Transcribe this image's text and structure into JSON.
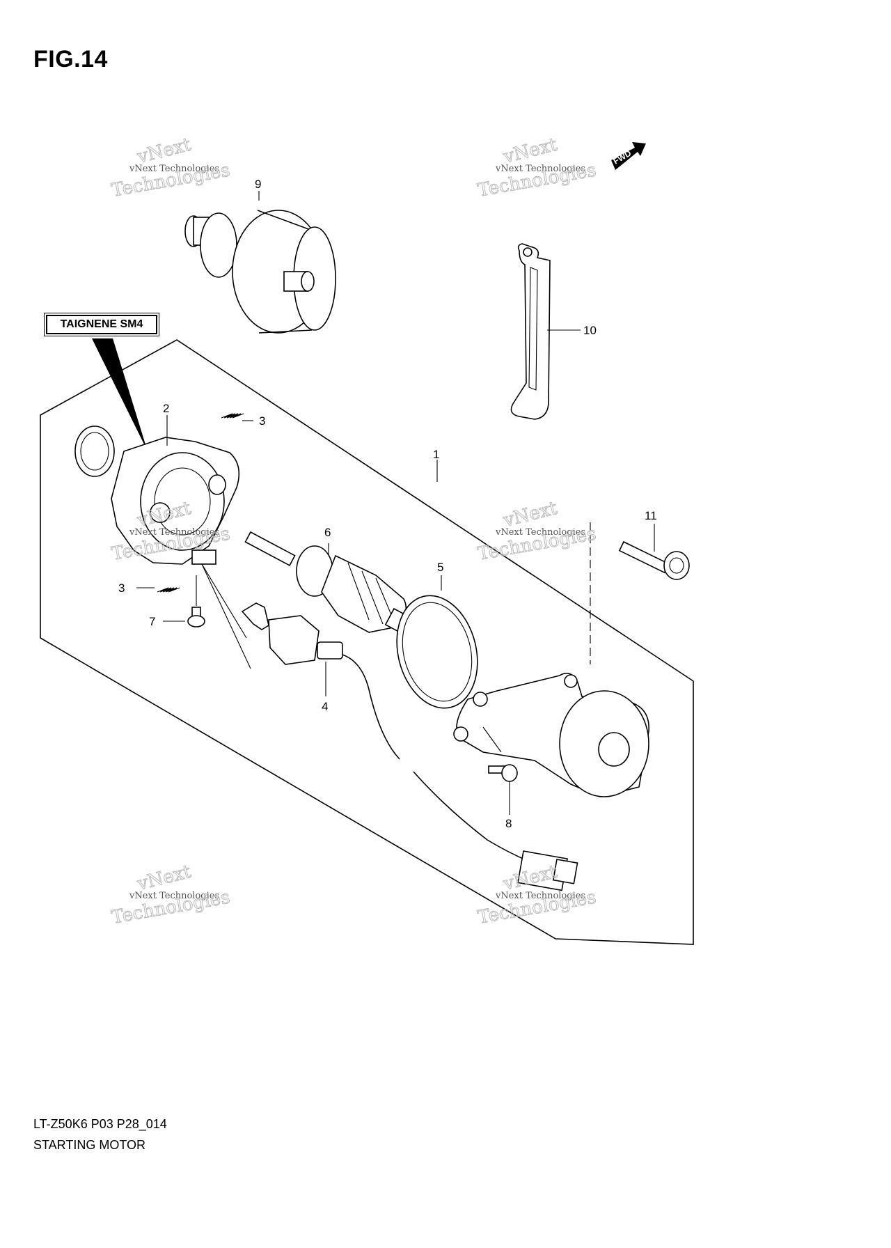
{
  "figure": {
    "title": "FIG.14"
  },
  "sealant": {
    "label": "TAIGNENE SM4"
  },
  "footer": {
    "model_code": "LT-Z50K6 P03 P28_014",
    "caption": "STARTING MOTOR"
  },
  "orientation": {
    "fwd": "FWD"
  },
  "watermark": {
    "line1": "vNext",
    "line2": "vNext Technologies",
    "line3": "Technologies"
  },
  "callouts": {
    "c1": "1",
    "c2": "2",
    "c3a": "3",
    "c3b": "3",
    "c4": "4",
    "c5": "5",
    "c6": "6",
    "c7": "7",
    "c8": "8",
    "c9": "9",
    "c10": "10",
    "c11": "11"
  }
}
